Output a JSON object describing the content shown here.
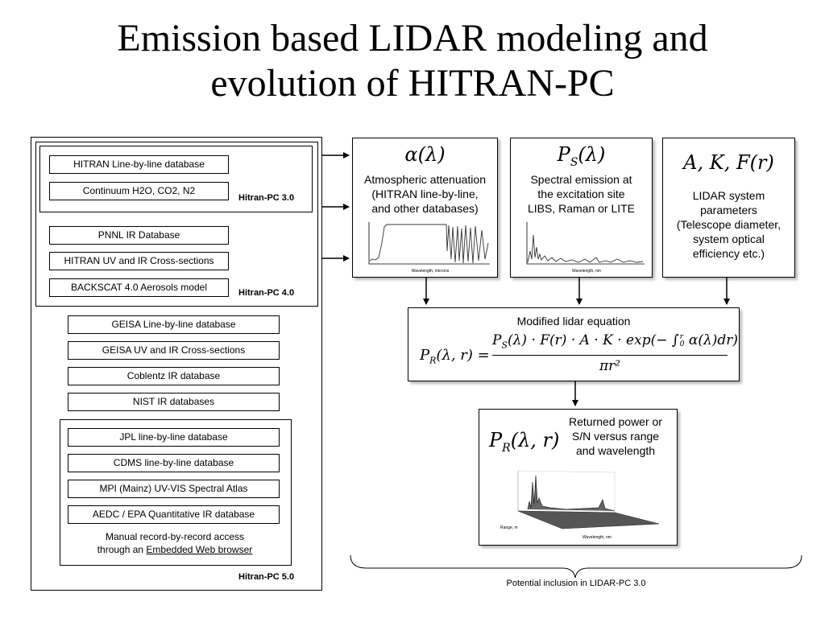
{
  "slide": {
    "title_line1": "Emission based LIDAR modeling and",
    "title_line2": "evolution of HITRAN-PC"
  },
  "hitran": {
    "v3_items": [
      "HITRAN Line-by-line database",
      "Continuum H2O, CO2, N2"
    ],
    "v3_label": "Hitran-PC 3.0",
    "v4_items": [
      "PNNL IR Database",
      "HITRAN UV and IR Cross-sections",
      "BACKSCAT 4.0 Aerosols model"
    ],
    "v4_label": "Hitran-PC 4.0",
    "v5_items": [
      "GEISA Line-by-line database",
      "GEISA UV and IR Cross-sections",
      "Coblentz IR database",
      "NIST IR databases"
    ],
    "v5_inner_items": [
      "JPL line-by-line database",
      "CDMS line-by-line database",
      "MPI (Mainz) UV-VIS Spectral Atlas",
      "AEDC / EPA Quantitative IR database"
    ],
    "manual_line1": "Manual record-by-record access",
    "manual_prefix": "through an ",
    "manual_link": "Embedded Web browser",
    "v5_label": "Hitran-PC 5.0"
  },
  "cards": {
    "attenuation": {
      "symbol": "α(λ)",
      "lines": [
        "Atmospheric attenuation",
        "(HITRAN line-by-line,",
        "and other databases)"
      ],
      "xlabel": "Wavelength, microns"
    },
    "emission": {
      "symbol": "P",
      "symbol_sub": "S",
      "symbol_rest": "(λ)",
      "lines": [
        "Spectral emission at",
        "the excitation site",
        "LIBS, Raman or LITE"
      ],
      "xlabel": "Wavelength, nm"
    },
    "system": {
      "symbol": "A, K, F(r)",
      "lines": [
        "LIDAR system",
        "parameters",
        "(Telescope diameter,",
        "system optical",
        "efficiency etc.)"
      ]
    }
  },
  "equation": {
    "label": "Modified lidar equation",
    "lhs": "P",
    "lhs_sub": "R",
    "lhs_args": "(λ, r) =",
    "num_part1": "P",
    "num_sub": "S",
    "num_part2": "(λ) · F(r) · A · K · exp(− ∫",
    "int_sup": "r",
    "int_sub": "0",
    "num_part3": " α(λ)dr)",
    "denominator": "πr²"
  },
  "result": {
    "symbol": "P",
    "symbol_sub": "R",
    "symbol_rest": "(λ, r)",
    "lines": [
      "Returned power or",
      "S/N versus range",
      "and wavelength"
    ],
    "axis_range": "Range, m",
    "axis_wavelength": "Wavelength, nm"
  },
  "footer": {
    "potential": "Potential inclusion in LIDAR-PC 3.0"
  }
}
